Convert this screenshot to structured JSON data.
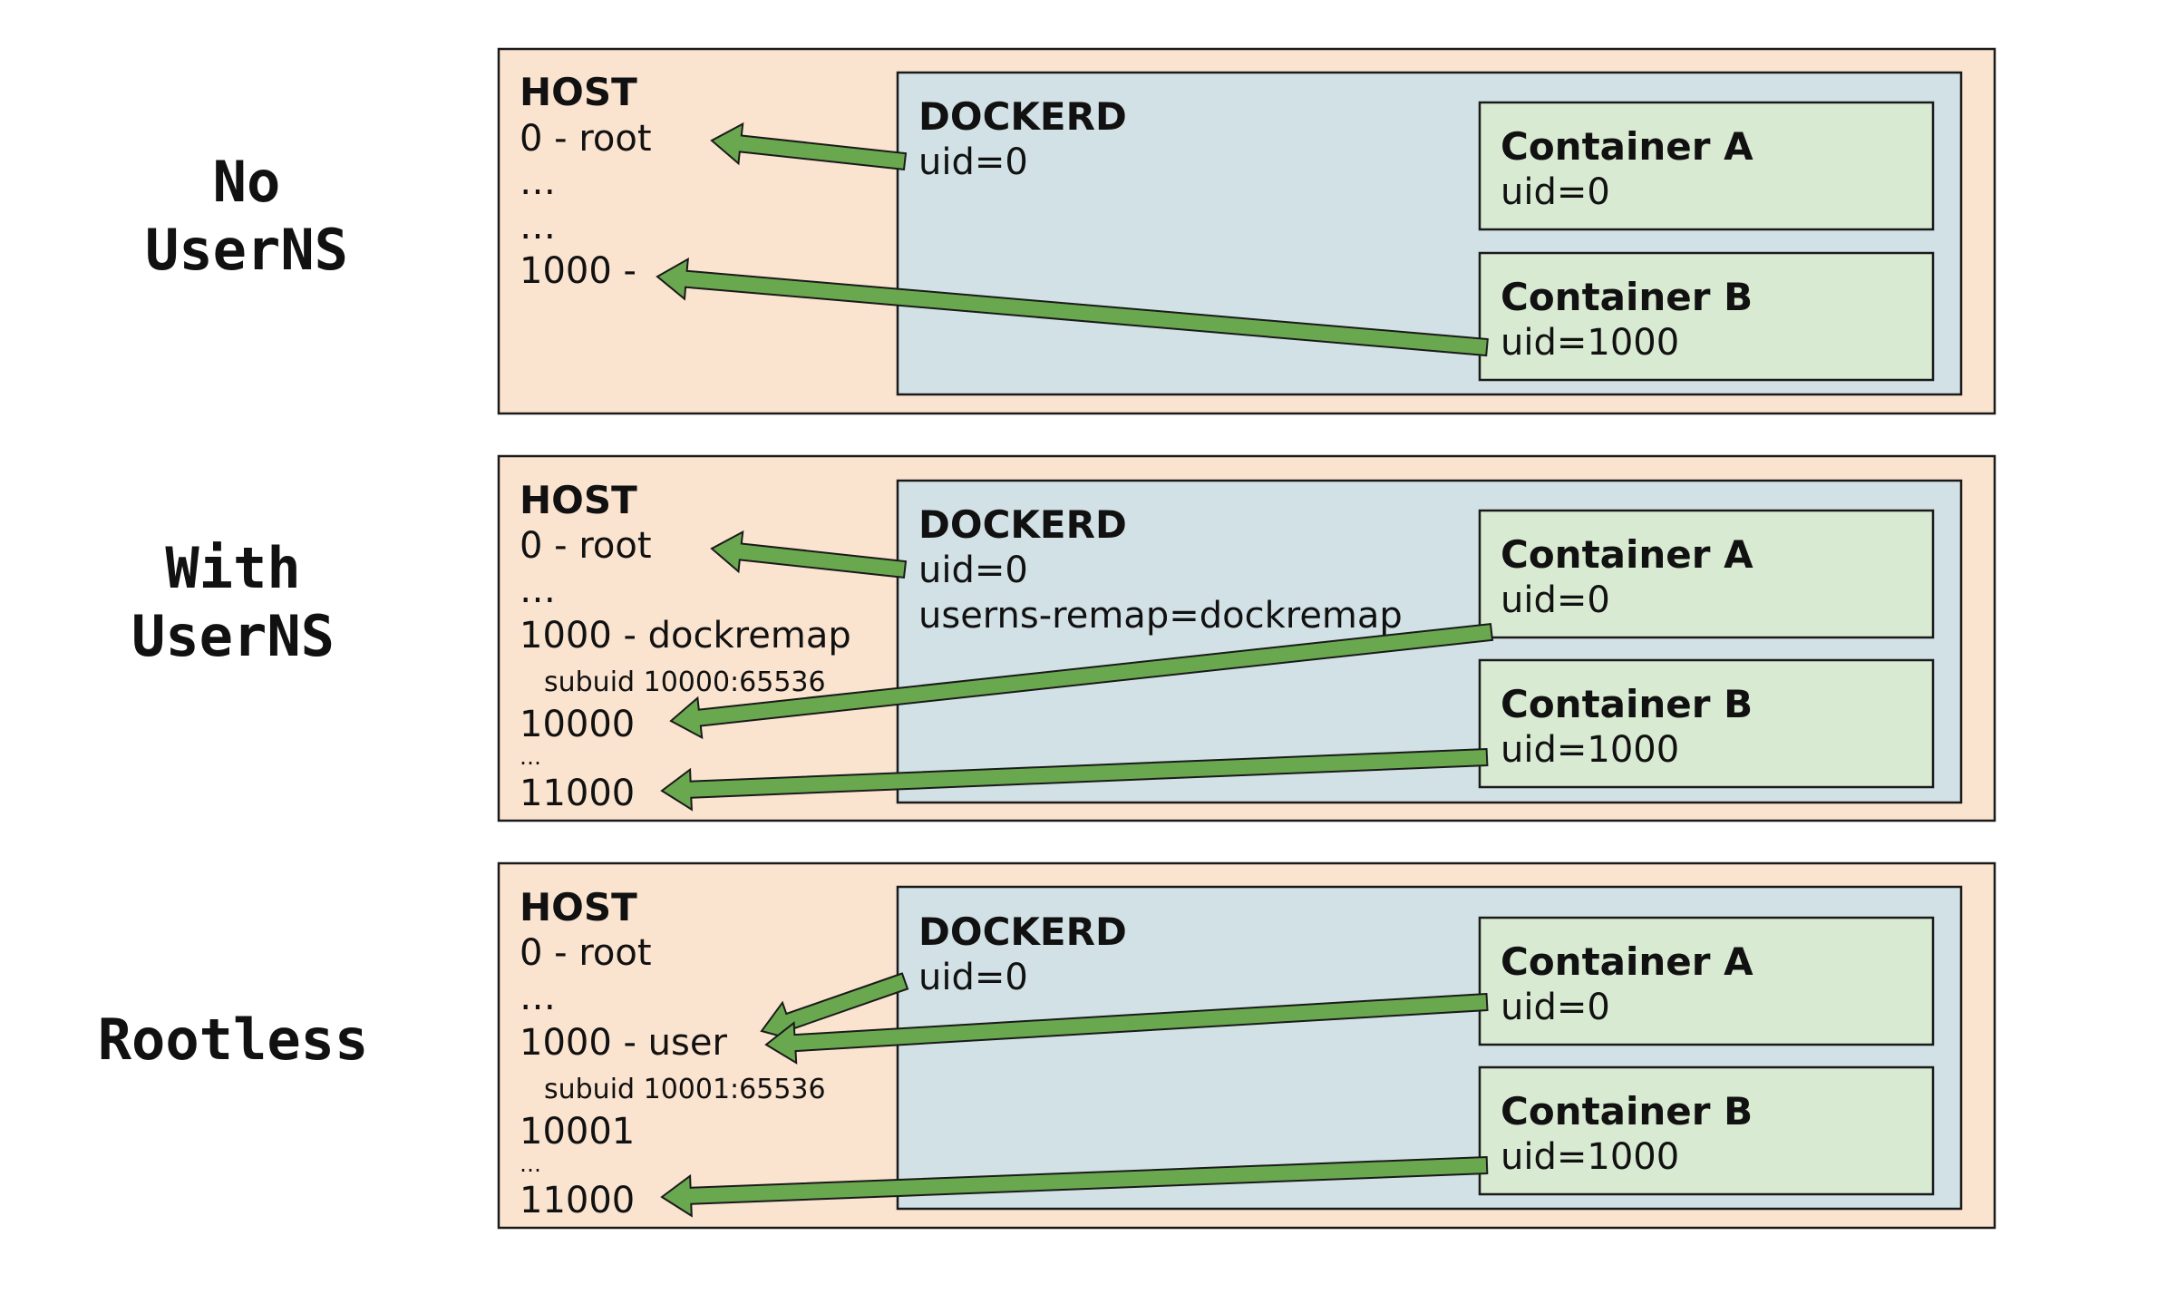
{
  "colors": {
    "host_fill": "#fae3cf",
    "dockerd_fill": "#d2e1e5",
    "container_fill": "#d8ead2",
    "arrow_fill": "#6aa84f",
    "outline": "#1a1a1a"
  },
  "panels": [
    {
      "title_lines": [
        "No",
        "UserNS"
      ],
      "host_title": "HOST",
      "host_lines": [
        {
          "text": "0 - root",
          "size": "normal"
        },
        {
          "text": "…",
          "size": "normal"
        },
        {
          "text": "…",
          "size": "normal"
        },
        {
          "text": "1000 -",
          "size": "normal"
        }
      ],
      "dockerd_title": "DOCKERD",
      "dockerd_lines": [
        "uid=0"
      ],
      "container_a": {
        "title": "Container A",
        "uid": "uid=0"
      },
      "container_b": {
        "title": "Container B",
        "uid": "uid=1000"
      }
    },
    {
      "title_lines": [
        "With",
        "UserNS"
      ],
      "host_title": "HOST",
      "host_lines": [
        {
          "text": "0 - root",
          "size": "normal"
        },
        {
          "text": "…",
          "size": "normal"
        },
        {
          "text": "1000 - dockremap",
          "size": "normal"
        },
        {
          "text": "subuid 10000:65536",
          "size": "small"
        },
        {
          "text": "10000",
          "size": "normal"
        },
        {
          "text": "…",
          "size": "tiny"
        },
        {
          "text": "11000",
          "size": "normal"
        }
      ],
      "dockerd_title": "DOCKERD",
      "dockerd_lines": [
        "uid=0",
        "userns-remap=dockremap"
      ],
      "container_a": {
        "title": "Container A",
        "uid": "uid=0"
      },
      "container_b": {
        "title": "Container B",
        "uid": "uid=1000"
      }
    },
    {
      "title_lines": [
        "Rootless"
      ],
      "host_title": "HOST",
      "host_lines": [
        {
          "text": "0 - root",
          "size": "normal"
        },
        {
          "text": "…",
          "size": "normal"
        },
        {
          "text": "1000 - user",
          "size": "normal"
        },
        {
          "text": "subuid 10001:65536",
          "size": "small"
        },
        {
          "text": "10001",
          "size": "normal"
        },
        {
          "text": "…",
          "size": "tiny"
        },
        {
          "text": "11000",
          "size": "normal"
        }
      ],
      "dockerd_title": "DOCKERD",
      "dockerd_lines": [
        "uid=0"
      ],
      "container_a": {
        "title": "Container A",
        "uid": "uid=0"
      },
      "container_b": {
        "title": "Container B",
        "uid": "uid=1000"
      }
    }
  ]
}
